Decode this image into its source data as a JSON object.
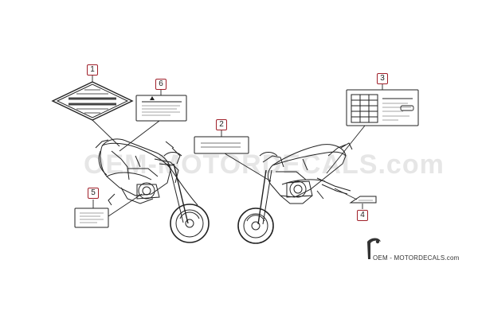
{
  "callouts": [
    "1",
    "2",
    "3",
    "4",
    "5",
    "6"
  ],
  "watermark": {
    "text": "OEM-MOTORDECALS.com"
  },
  "brand": {
    "text": "OEM - MOTORDECALS.com"
  }
}
